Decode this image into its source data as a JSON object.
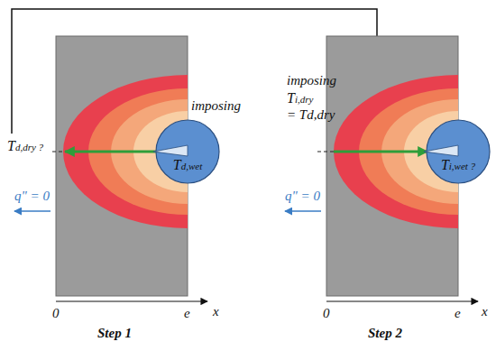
{
  "diagram": {
    "nodes": [
      {
        "text": [
          "Td,wet"
        ]
      },
      {
        "text": [
          "Ti,wet ?"
        ]
      }
    ],
    "labels": [
      "Td,dry ?",
      "imposing",
      "q\" = 0",
      "0",
      "e",
      "x",
      "Step 1",
      "imposing",
      "Ti,dry",
      "= Td,dry",
      "q\" = 0",
      "0",
      "e",
      "x",
      "Step 2"
    ]
  }
}
